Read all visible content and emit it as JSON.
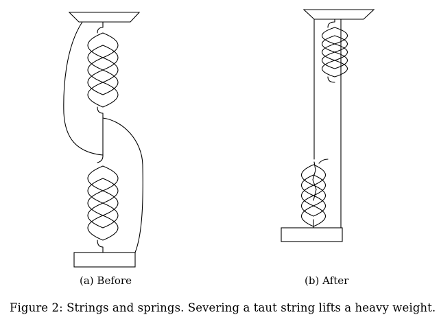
{
  "subfigures": [
    {
      "label": "(a) Before"
    },
    {
      "label": "(b) After"
    }
  ],
  "caption": "Figure 2: Strings and springs. Severing a taut string lifts a heavy weight."
}
